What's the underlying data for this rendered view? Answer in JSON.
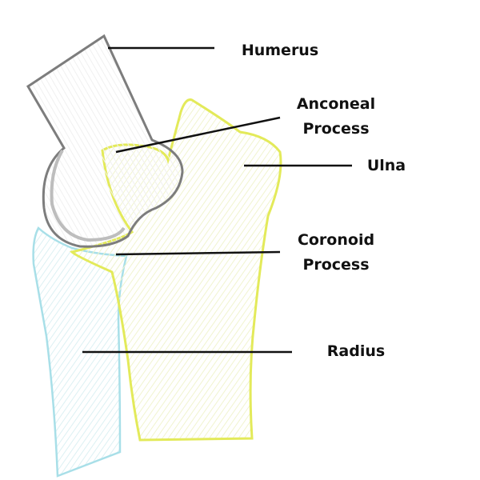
{
  "labels": {
    "humerus": "Humerus",
    "anconeal_line1": "Anconeal",
    "anconeal_line2": "Process",
    "ulna": "Ulna",
    "coronoid_line1": "Coronoid",
    "coronoid_line2": "Process",
    "radius": "Radius"
  },
  "colors": {
    "humerus_outline": "#8a8a8a",
    "ulna_outline": "#e3ea5a",
    "radius_outline": "#a8dfe8",
    "leader_line": "#111111"
  }
}
